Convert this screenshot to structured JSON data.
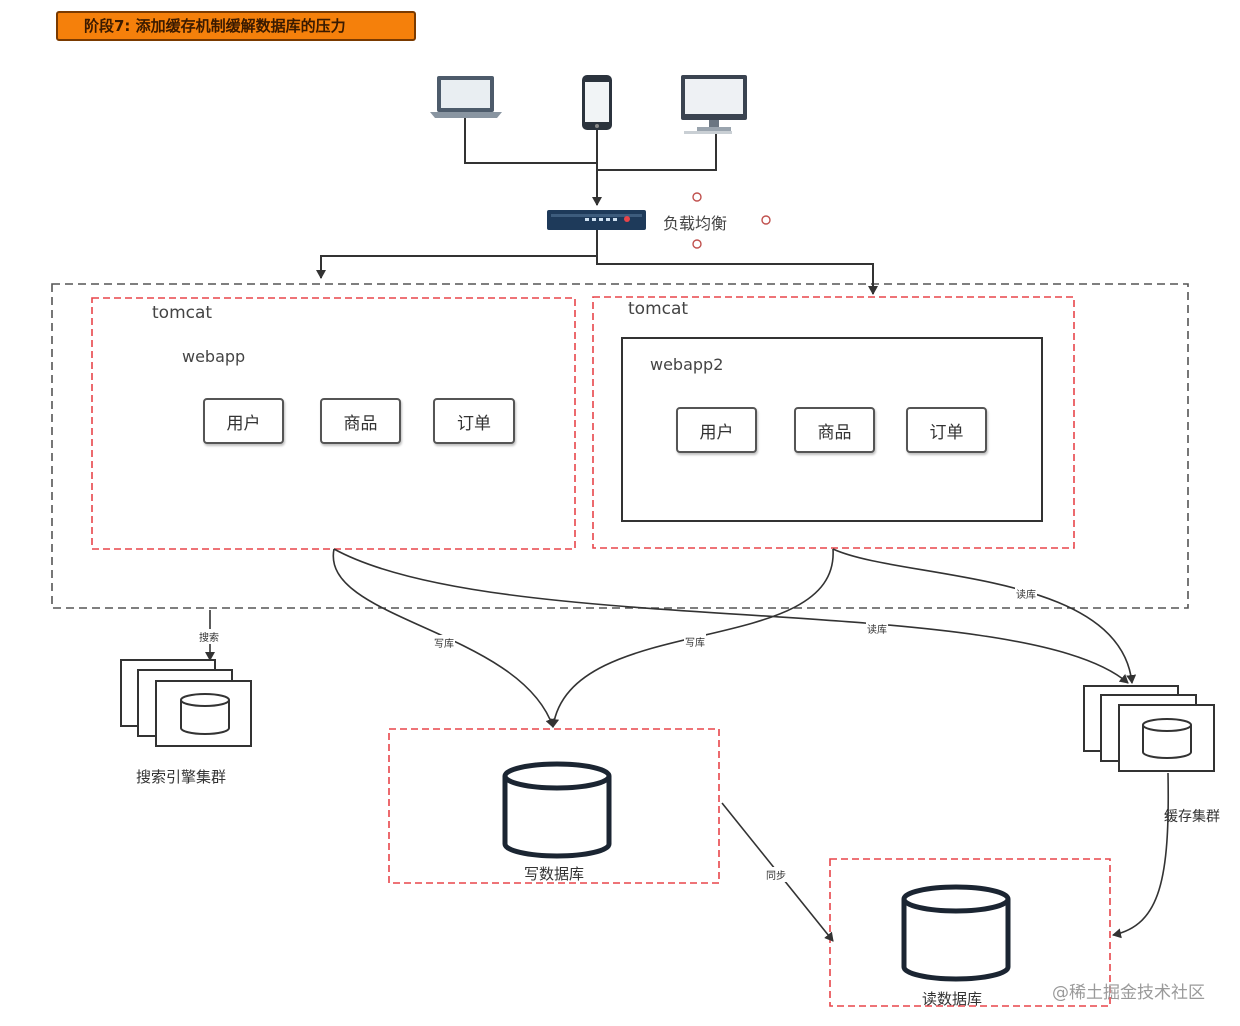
{
  "title": "阶段7: 添加缓存机制缓解数据库的压力",
  "load_balancer": {
    "label": "负载均衡"
  },
  "servers": [
    {
      "container_label": "tomcat",
      "app_label": "webapp",
      "modules": [
        "用户",
        "商品",
        "订单"
      ]
    },
    {
      "container_label": "tomcat",
      "app_label": "webapp2",
      "modules": [
        "用户",
        "商品",
        "订单"
      ]
    }
  ],
  "edges": {
    "search": "搜索",
    "write_1": "写库",
    "write_2": "写库",
    "read_1": "读库",
    "read_2": "读库",
    "sync": "同步"
  },
  "nodes": {
    "search_cluster": "搜索引擎集群",
    "write_db": "写数据库",
    "read_db": "读数据库",
    "cache_cluster": "缓存集群"
  },
  "watermark": "@稀土掘金技术社区",
  "colors": {
    "title_bg": "#f5800b",
    "red_dashed": "#e8454a",
    "line": "#333333",
    "db_stroke": "#1b2532"
  },
  "icons": [
    "laptop-icon",
    "smartphone-icon",
    "desktop-monitor-icon",
    "network-switch-icon"
  ]
}
